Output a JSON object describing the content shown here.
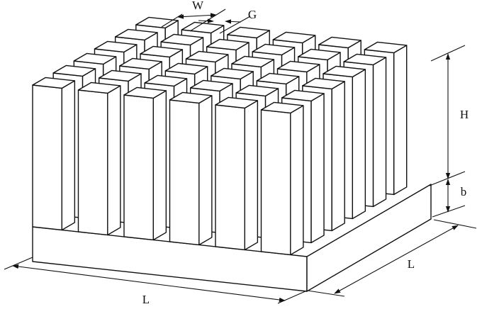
{
  "labels": {
    "fin_width": "W",
    "fin_gap": "G",
    "fin_height": "H",
    "base_thickness": "b",
    "base_length_front": "L",
    "base_length_side": "L"
  },
  "heatsink": {
    "fin_rows": 6,
    "fin_columns": 6
  },
  "colors": {
    "stroke": "#111111",
    "fill": "#ffffff"
  }
}
